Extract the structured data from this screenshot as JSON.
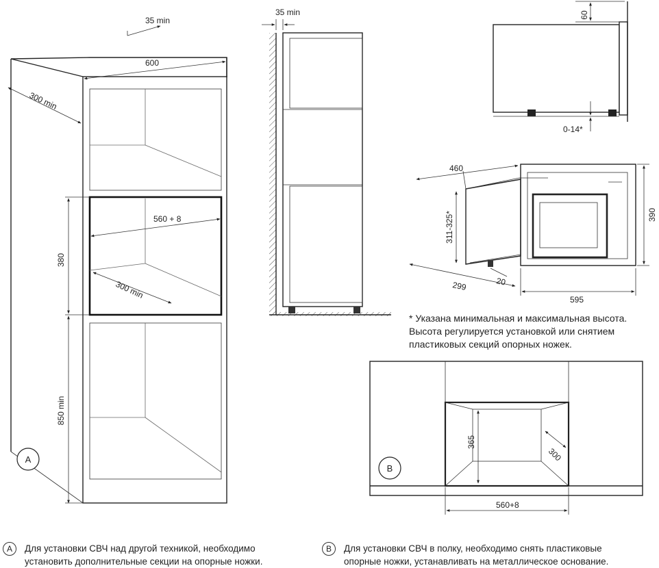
{
  "diagram_a": {
    "dims": {
      "top_gap": "35 min",
      "width": "600",
      "depth": "300 min",
      "niche_width": "560 + 8",
      "niche_height": "380",
      "niche_depth": "300 min",
      "floor_height": "850 min"
    },
    "badge": "A"
  },
  "side_view": {
    "dims": {
      "gap": "35 min"
    }
  },
  "microwave_side": {
    "dims": {
      "top": "60",
      "feet": "0-14*"
    }
  },
  "microwave_iso": {
    "dims": {
      "depth": "460",
      "body_height": "311-325*",
      "height": "390",
      "side": "299",
      "feet_offset": "20",
      "width": "595"
    }
  },
  "note": {
    "lines": [
      "* Указана минимальная и максимальная высота.",
      "Высота регулируется установкой или снятием",
      "пластиковых секций опорных ножек."
    ]
  },
  "diagram_b": {
    "dims": {
      "height": "365",
      "depth": "300",
      "width": "560+8"
    },
    "badge": "B"
  },
  "captions": {
    "a": {
      "badge": "A",
      "line1": "Для установки СВЧ над другой техникой, необходимо",
      "line2": "установить дополнительные секции на опорные ножки."
    },
    "b": {
      "badge": "B",
      "line1": "Для установки СВЧ в полку, необходимо снять пластиковые",
      "line2": "опорные ножки, устанавливать на металлическое основание."
    }
  }
}
